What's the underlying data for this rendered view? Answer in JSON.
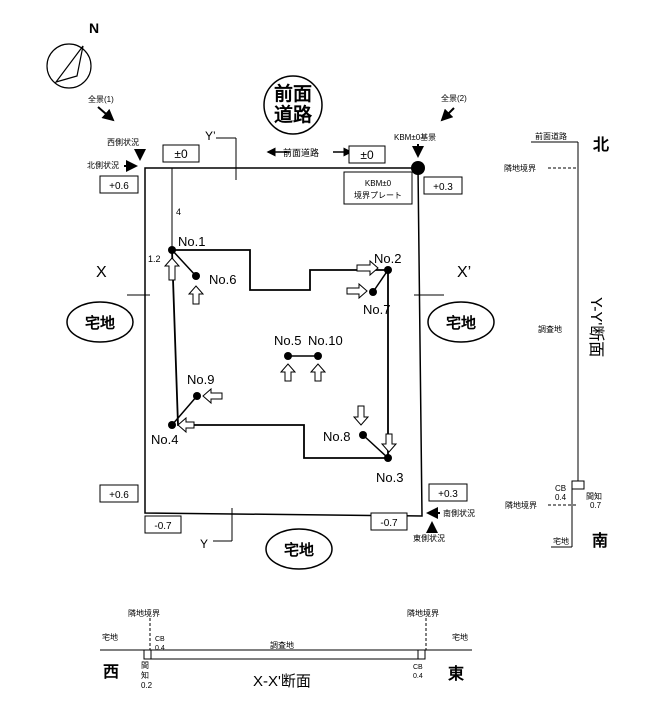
{
  "north": "N",
  "labels": {
    "view1": "全景(1)",
    "view2": "全景(2)",
    "west_status": "西側状況",
    "north_status": "北側状況",
    "south_status": "南側状況",
    "east_status": "東側状況",
    "kbm_ref": "KBM±0基景",
    "kbm_plate_1": "KBM±0",
    "kbm_plate_2": "境界プレート",
    "front_road_top": "前面道路",
    "front_road_line": "前面道路"
  },
  "roads": {
    "front_1": "前面",
    "front_2": "道路"
  },
  "neighbors": {
    "west": "宅地",
    "east": "宅地",
    "south": "宅地"
  },
  "levels": {
    "nw_top": "±0",
    "ne_top": "±0",
    "nw": "+0.6",
    "ne": "+0.3",
    "sw": "+0.6",
    "se": "+0.3",
    "sw_bottom": "-0.7",
    "se_bottom": "-0.7"
  },
  "dims": {
    "d4": "4",
    "d12": "1.2"
  },
  "section_marks": {
    "x": "X",
    "xp": "X’",
    "y": "Y",
    "yp": "Y’"
  },
  "points": {
    "p1": "No.1",
    "p2": "No.2",
    "p3": "No.3",
    "p4": "No.4",
    "p5": "No.5",
    "p6": "No.6",
    "p7": "No.7",
    "p8": "No.8",
    "p9": "No.9",
    "p10": "No.10"
  },
  "yy_section": {
    "title": "Y-Y'断面",
    "north": "北",
    "south": "南",
    "front_road": "前面道路",
    "boundary_top": "隣地境界",
    "site": "調査地",
    "boundary_bottom": "隣地境界",
    "cb": "CB",
    "cb_val": "0.4",
    "kan": "間知",
    "kan_val": "0.7",
    "takuchi": "宅地"
  },
  "xx_section": {
    "title": "X-X'断面",
    "west": "西",
    "east": "東",
    "boundary_left": "隣地境界",
    "boundary_right": "隣地境界",
    "takuchi_left": "宅地",
    "takuchi_right": "宅地",
    "site": "調査地",
    "cb_left": "CB",
    "cb_left_val": "0.4",
    "kan_1": "間",
    "kan_2": "知",
    "kan_val": "0.2",
    "cb_right": "CB",
    "cb_right_val": "0.4"
  }
}
